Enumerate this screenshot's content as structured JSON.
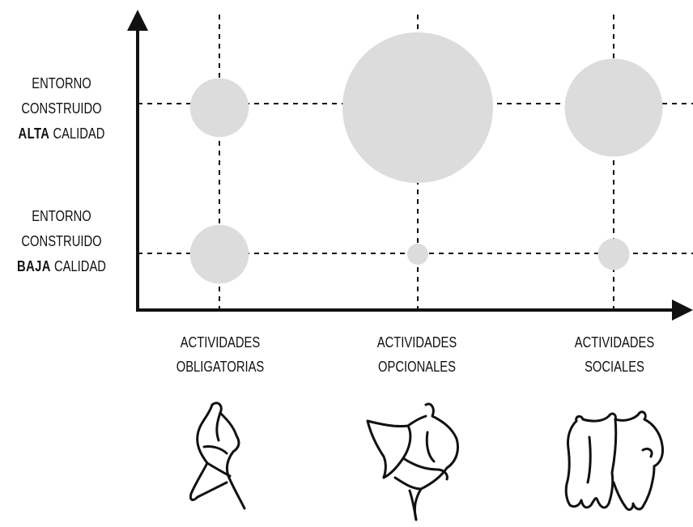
{
  "y_labels": {
    "high": {
      "line1": "ENTORNO",
      "line2": "CONSTRUIDO",
      "bold": "ALTA",
      "rest": " CALIDAD"
    },
    "low": {
      "line1": "ENTORNO",
      "line2": "CONSTRUIDO",
      "bold": "BAJA",
      "rest": " CALIDAD"
    }
  },
  "x_labels": [
    {
      "line1": "ACTIVIDADES",
      "line2": "OBLIGATORIAS"
    },
    {
      "line1": "ACTIVIDADES",
      "line2": "OPCIONALES"
    },
    {
      "line1": "ACTIVIDADES",
      "line2": "SOCIALES"
    }
  ],
  "colors": {
    "bubble": "#dcdcdc",
    "axis": "#111111",
    "grid": "#111111"
  },
  "bubbles": [
    {
      "column": "ACTIVIDADES OBLIGATORIAS",
      "row": "ALTA",
      "relative_size": 0.39
    },
    {
      "column": "ACTIVIDADES OPCIONALES",
      "row": "ALTA",
      "relative_size": 1.0
    },
    {
      "column": "ACTIVIDADES SOCIALES",
      "row": "ALTA",
      "relative_size": 0.65
    },
    {
      "column": "ACTIVIDADES OBLIGATORIAS",
      "row": "BAJA",
      "relative_size": 0.39
    },
    {
      "column": "ACTIVIDADES OPCIONALES",
      "row": "BAJA",
      "relative_size": 0.14
    },
    {
      "column": "ACTIVIDADES SOCIALES",
      "row": "BAJA",
      "relative_size": 0.21
    }
  ],
  "figures": [
    "walking-person-sketch-icon",
    "two-people-embrace-sketch-icon",
    "group-of-people-sketch-icon"
  ]
}
